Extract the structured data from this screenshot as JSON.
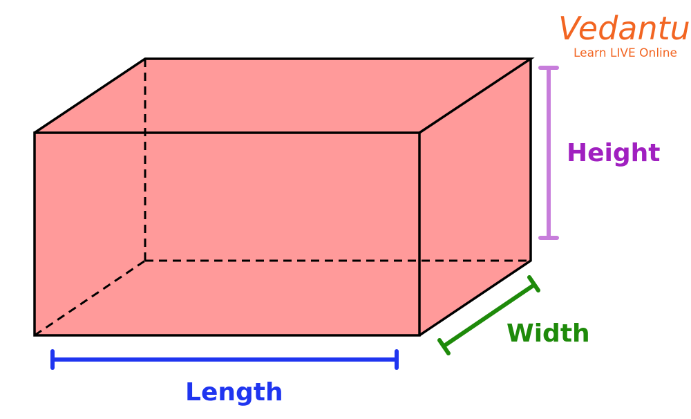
{
  "logo": {
    "brand": "Vedantu",
    "tagline": "Learn LIVE Online",
    "color": "#f26522"
  },
  "labels": {
    "height": "Height",
    "width": "Width",
    "length": "Length"
  },
  "colors": {
    "box_fill": "#ff9a9a",
    "height": "#a020c0",
    "height_bar": "#c77ddb",
    "width": "#1e8a0a",
    "length": "#1f35f0"
  }
}
